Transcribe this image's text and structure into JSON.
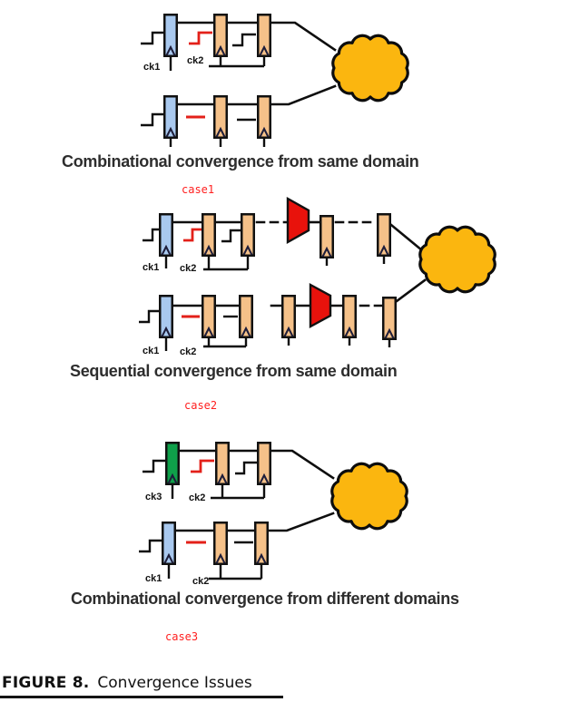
{
  "figure_caption": {
    "label": "FIGURE 8.",
    "title": "Convergence Issues"
  },
  "colors": {
    "ff_blue": "#a9c9ef",
    "ff_orange": "#f5c189",
    "ff_green": "#0fa04a",
    "mux_red": "#e8120c",
    "signal_red": "#e32019",
    "cloud_yellow": "#fbb60f",
    "wire_black": "#0e0e0e",
    "caption_gray": "#2d2d2d",
    "case_red": "#ff2020"
  },
  "sections": [
    {
      "caption": "Combinational convergence from same domain",
      "case_label": "case1",
      "row1": {
        "clock1": "ck1",
        "clock2": "ck2"
      }
    },
    {
      "caption": "Sequential convergence from same domain",
      "case_label": "case2",
      "row1": {
        "clock1": "ck1",
        "clock2": "ck2"
      },
      "row2": {
        "clock1": "ck1",
        "clock2": "ck2"
      }
    },
    {
      "caption": "Combinational convergence from different domains",
      "case_label": "case3",
      "row1": {
        "clock1": "ck3",
        "clock2": "ck2"
      },
      "row2": {
        "clock1": "ck1",
        "clock2": "ck2"
      }
    }
  ]
}
